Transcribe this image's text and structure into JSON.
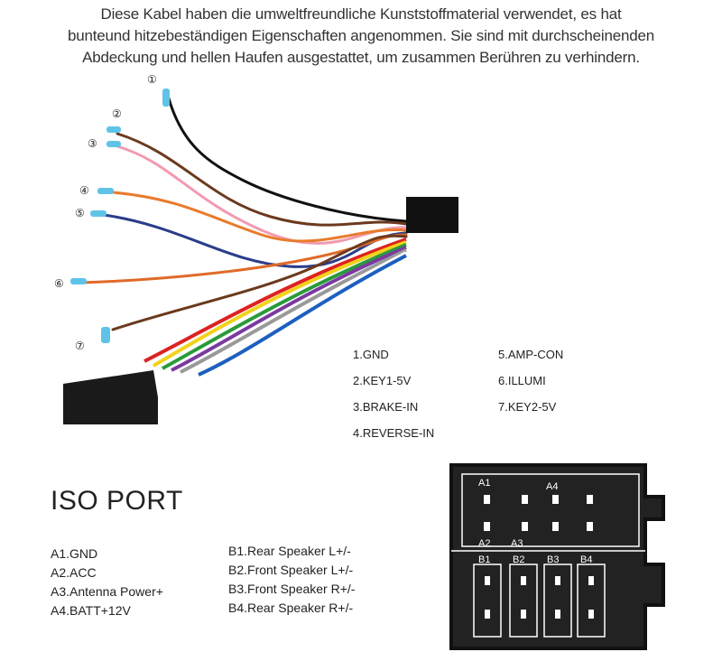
{
  "intro": {
    "lines": [
      "Diese Kabel haben die umweltfreundliche Kunststoffmaterial verwendet, es hat",
      "bunteund hitzebeständigen Eigenschaften angenommen. Sie sind mit durchscheinenden",
      "Abdeckung und hellen Haufen ausgestattet, um zusammen Berühren zu verhindern."
    ]
  },
  "wire_markers": [
    "①",
    "②",
    "③",
    "④",
    "⑤",
    "⑥",
    "⑦"
  ],
  "wire_legend": {
    "col1": [
      "1.GND",
      "2.KEY1-5V",
      "3.BRAKE-IN",
      "4.REVERSE-IN"
    ],
    "col2": [
      "5.AMP-CON",
      "6.ILLUMI",
      "7.KEY2-5V"
    ]
  },
  "iso": {
    "title": "ISO PORT",
    "a": [
      "A1.GND",
      "A2.ACC",
      "A3.Antenna Power+",
      "A4.BATT+12V"
    ],
    "b": [
      "B1.Rear Speaker L+/-",
      "B2.Front Speaker L+/-",
      "B3.Front Speaker R+/-",
      "B4.Rear Speaker R+/-"
    ]
  },
  "connector_labels": {
    "a_top": [
      "A1",
      "A4"
    ],
    "a_bottom": [
      "A2",
      "A3"
    ],
    "b": [
      "B1",
      "B2",
      "B3",
      "B4"
    ]
  }
}
